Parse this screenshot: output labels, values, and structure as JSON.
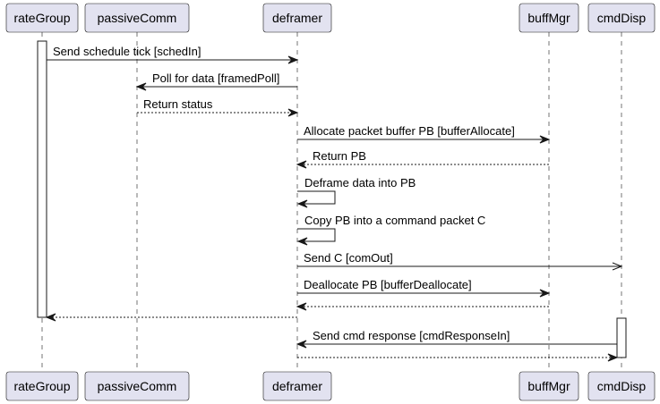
{
  "participants": [
    {
      "id": "rateGroup",
      "label": "rateGroup"
    },
    {
      "id": "passiveComm",
      "label": "passiveComm"
    },
    {
      "id": "deframer",
      "label": "deframer"
    },
    {
      "id": "buffMgr",
      "label": "buffMgr"
    },
    {
      "id": "cmdDisp",
      "label": "cmdDisp"
    }
  ],
  "messages": [
    {
      "from": "rateGroup",
      "to": "deframer",
      "label": "Send schedule tick [schedIn]",
      "style": "solid",
      "head": "filled"
    },
    {
      "from": "deframer",
      "to": "passiveComm",
      "label": "Poll for data [framedPoll]",
      "style": "solid",
      "head": "filled"
    },
    {
      "from": "passiveComm",
      "to": "deframer",
      "label": "Return status",
      "style": "dashed",
      "head": "filled"
    },
    {
      "from": "deframer",
      "to": "buffMgr",
      "label": "Allocate packet buffer PB [bufferAllocate]",
      "style": "solid",
      "head": "filled"
    },
    {
      "from": "buffMgr",
      "to": "deframer",
      "label": "Return PB",
      "style": "dashed",
      "head": "filled"
    },
    {
      "from": "deframer",
      "to": "deframer",
      "label": "Deframe data into PB",
      "style": "solid",
      "head": "filled"
    },
    {
      "from": "deframer",
      "to": "deframer",
      "label": "Copy PB into a command packet C",
      "style": "solid",
      "head": "filled"
    },
    {
      "from": "deframer",
      "to": "cmdDisp",
      "label": "Send C [comOut]",
      "style": "solid",
      "head": "open"
    },
    {
      "from": "deframer",
      "to": "buffMgr",
      "label": "Deallocate PB [bufferDeallocate]",
      "style": "solid",
      "head": "filled"
    },
    {
      "from": "buffMgr",
      "to": "deframer",
      "label": "",
      "style": "dashed",
      "head": "filled"
    },
    {
      "from": "deframer",
      "to": "rateGroup",
      "label": "",
      "style": "dashed",
      "head": "filled"
    },
    {
      "from": "cmdDisp",
      "to": "deframer",
      "label": "Send cmd response [cmdResponseIn]",
      "style": "solid",
      "head": "filled"
    },
    {
      "from": "deframer",
      "to": "cmdDisp",
      "label": "",
      "style": "dashed",
      "head": "filled"
    }
  ],
  "activations": [
    {
      "participant": "rateGroup",
      "from_message": 0,
      "to_message": 10
    },
    {
      "participant": "cmdDisp",
      "from_message": 11,
      "to_message": 12
    }
  ],
  "colors": {
    "participant_fill": "#E2E2F0",
    "line": "#181818",
    "text": "#000000",
    "background": "#FFFFFF"
  }
}
